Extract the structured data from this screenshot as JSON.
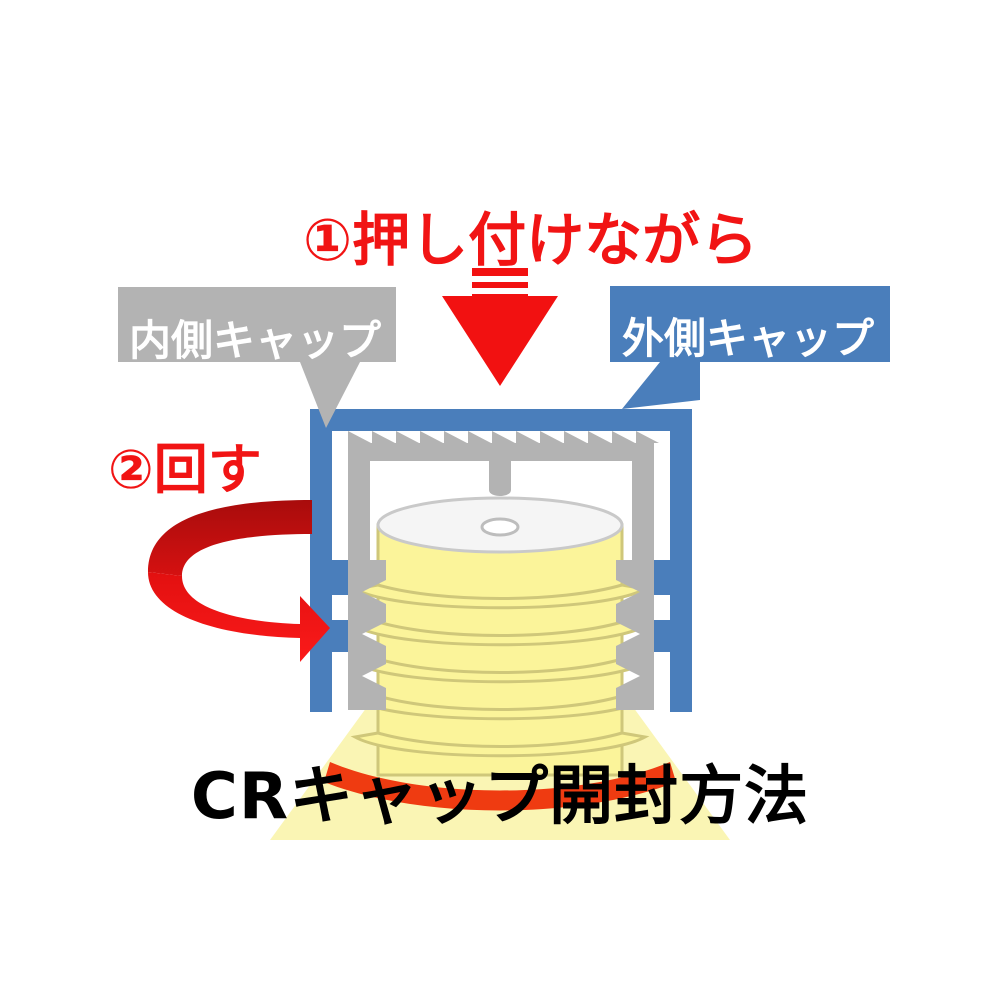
{
  "image": {
    "kind": "instructional-diagram",
    "subject": "CR cap (child resistant cap) opening method",
    "background_color": "#ffffff"
  },
  "steps": [
    {
      "id": "step1",
      "number": "①",
      "text": "①押し付けながら",
      "color": "#f11414",
      "meaning": "while pressing down"
    },
    {
      "id": "step2",
      "number": "②",
      "text": "②回す",
      "color": "#f11414",
      "meaning": "turn"
    }
  ],
  "callouts": [
    {
      "id": "inner-cap",
      "label": "内側キャップ",
      "meaning": "inner cap",
      "box_color": "#b3b3b3",
      "text_color": "#ffffff",
      "tail_direction": "down-right"
    },
    {
      "id": "outer-cap",
      "label": "外側キャップ",
      "meaning": "outer cap",
      "box_color": "#4a7ebb",
      "text_color": "#ffffff",
      "tail_direction": "down-left"
    }
  ],
  "title": {
    "text": "CRキャップ開封方法",
    "meaning": "CR cap opening method",
    "color": "#000000"
  },
  "arrows": [
    {
      "id": "press-arrow",
      "type": "straight-down",
      "color": "#f21111",
      "motion_lines": 2,
      "meaning": "press down"
    },
    {
      "id": "rotate-arrow",
      "type": "curved-3d-clockwise",
      "color_top": "#bf0d0d",
      "color_bottom": "#f21111",
      "meaning": "rotate"
    }
  ],
  "parts": [
    {
      "id": "outer-cap-shell",
      "color": "#4a7ebb",
      "name": "outer cap shell"
    },
    {
      "id": "inner-cap-shell",
      "color": "#b3b3b3",
      "name": "inner cap shell"
    },
    {
      "id": "ratchet-teeth",
      "color": "#b3b3b3",
      "count": 13,
      "name": "ratchet teeth"
    },
    {
      "id": "bottle-neck",
      "color": "#fbf49a",
      "name": "threaded bottle neck"
    },
    {
      "id": "bottle-top-disc",
      "color": "#f5f5f5",
      "name": "bottle neck top disc"
    },
    {
      "id": "bottle-shoulder",
      "color": "#faf5b4",
      "name": "bottle shoulder flare"
    },
    {
      "id": "shoulder-band",
      "color": "#ef3b11",
      "name": "orange band"
    }
  ],
  "colors": {
    "red": "#f11414",
    "dark_red": "#bf0d0d",
    "blue": "#4a7ebb",
    "gray": "#b3b3b3",
    "yellow": "#fbf49a",
    "yellow_line": "#cfc77a",
    "gray_line": "#a8a8a8",
    "black": "#000000",
    "white": "#ffffff"
  }
}
